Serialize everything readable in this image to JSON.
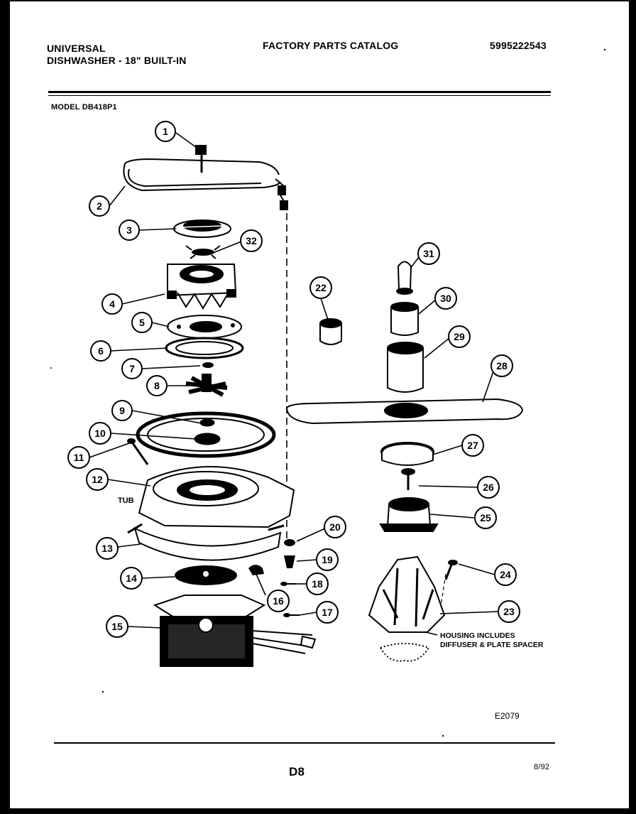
{
  "header": {
    "brand": "UNIVERSAL",
    "product": "DISHWASHER - 18\" BUILT-IN",
    "catalog_title": "FACTORY PARTS CATALOG",
    "catalog_number": "5995222543",
    "model": "MODEL DB418P1"
  },
  "diagram": {
    "tub_label": "TUB",
    "note_line1": "HOUSING INCLUDES",
    "note_line2": "DIFFUSER & PLATE SPACER",
    "drawing_id": "E2079",
    "parts": [
      "1",
      "2",
      "3",
      "4",
      "5",
      "6",
      "7",
      "8",
      "9",
      "10",
      "11",
      "12",
      "13",
      "14",
      "15",
      "16",
      "17",
      "18",
      "19",
      "20",
      "22",
      "23",
      "24",
      "25",
      "26",
      "27",
      "28",
      "29",
      "30",
      "31",
      "32"
    ]
  },
  "footer": {
    "page": "D8",
    "date": "8/92"
  }
}
